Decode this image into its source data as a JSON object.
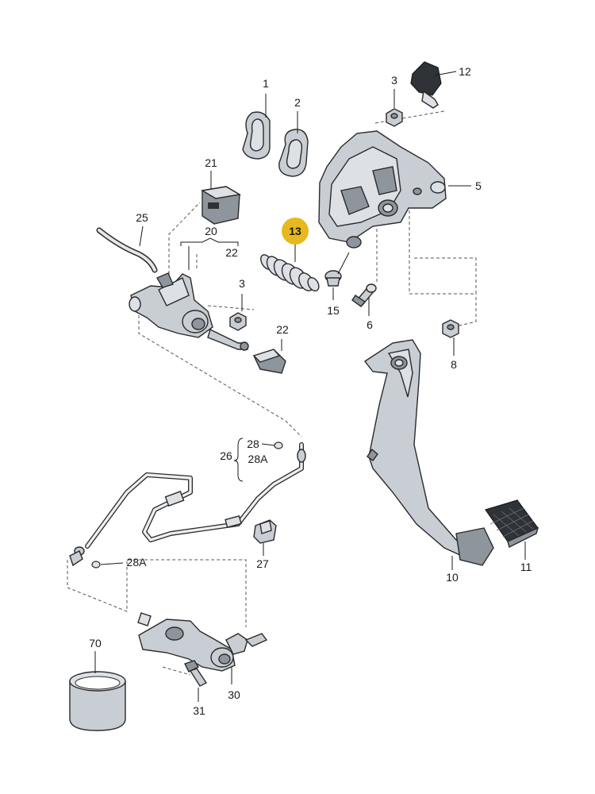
{
  "labels": {
    "p1": "1",
    "p2": "2",
    "p3a": "3",
    "p3b": "3",
    "p5": "5",
    "p6": "6",
    "p8": "8",
    "p10": "10",
    "p11": "11",
    "p12": "12",
    "p13": "13",
    "p15": "15",
    "p20": "20",
    "p21": "21",
    "p22a": "22",
    "p22b": "22",
    "p25": "25",
    "p26": "26",
    "p27": "27",
    "p28": "28",
    "p28a_top": "28A",
    "p28a_left": "28A",
    "p30": "30",
    "p31": "31",
    "p70": "70"
  },
  "colors": {
    "highlight_badge": "#e6b91e",
    "part_fill": "#c9ced4",
    "line": "#1a1a1a"
  },
  "highlighted_part": "13"
}
